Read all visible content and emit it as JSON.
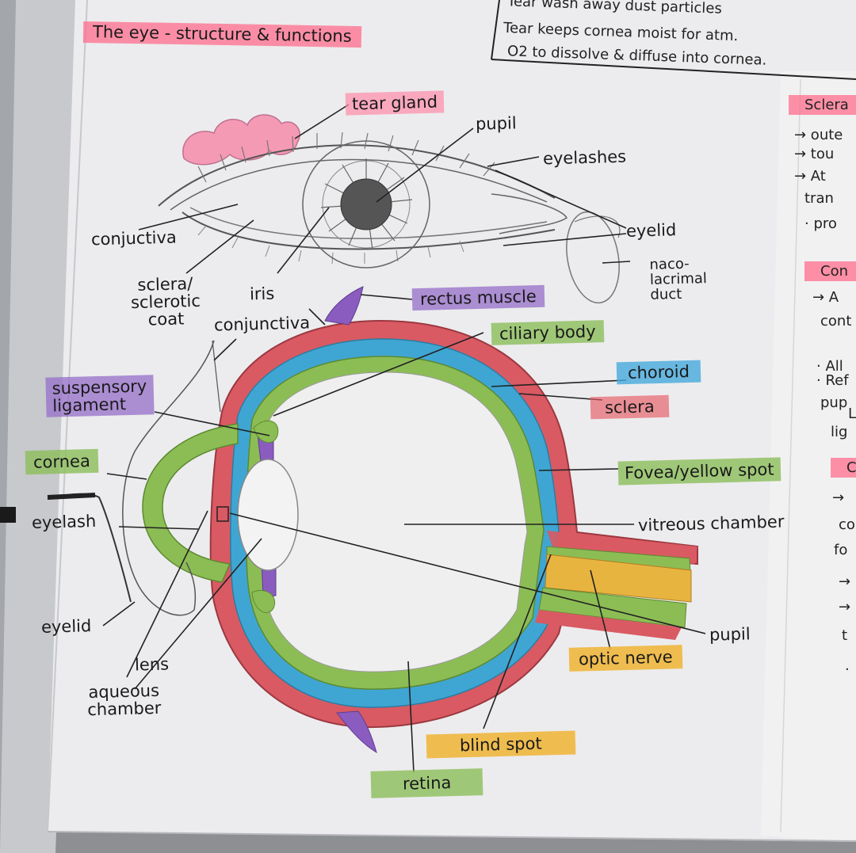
{
  "title": "The eye - structure & functions",
  "notes": [
    "Tear wash away dust particles",
    "Tear keeps cornea moist for atm.",
    "O2 to dissolve & diffuse into cornea."
  ],
  "labels": {
    "tear_gland": "tear gland",
    "pupil_top": "pupil",
    "eyelashes": "eyelashes",
    "conjuctiva_top": "conjuctiva",
    "eyelid_top": "eyelid",
    "naso_lacrimal_duct": "naco-\nlacrimal\nduct",
    "sclera_coat": "sclera/\nsclerotic\ncoat",
    "iris": "iris",
    "rectus_muscle": "rectus muscle",
    "conjunctiva": "conjunctiva",
    "ciliary_body": "ciliary body",
    "choroid": "choroid",
    "sclera": "sclera",
    "suspensory_ligament": "suspensory\nligament",
    "cornea": "cornea",
    "fovea": "Fovea/yellow spot",
    "eyelash": "eyelash",
    "vitreous_chamber": "vitreous chamber",
    "eyelid": "eyelid",
    "lens": "lens",
    "aqueous_chamber": "aqueous\nchamber",
    "pupil": "pupil",
    "optic_nerve": "optic nerve",
    "blind_spot": "blind spot",
    "retina": "retina"
  },
  "side_notes": [
    {
      "heading": "Sclera",
      "lines": [
        "→ oute",
        "→ tou",
        "→ At",
        "tran",
        "· pro"
      ]
    },
    {
      "heading": "Con",
      "lines": [
        "→ A",
        "cont",
        "· All",
        "· Ref",
        "pup",
        "L",
        "lig"
      ]
    },
    {
      "heading": "Co",
      "lines": [
        "→",
        "co",
        "fo",
        "→",
        "→",
        "t",
        "."
      ]
    }
  ],
  "colors": {
    "sclera": "#d95a63",
    "choroid": "#3fa6d3",
    "retina": "#8cbd55",
    "optic_nerve": "#e8b440",
    "iris_muscle": "#8a5cc0",
    "tear_gland": "#f59ab5"
  }
}
